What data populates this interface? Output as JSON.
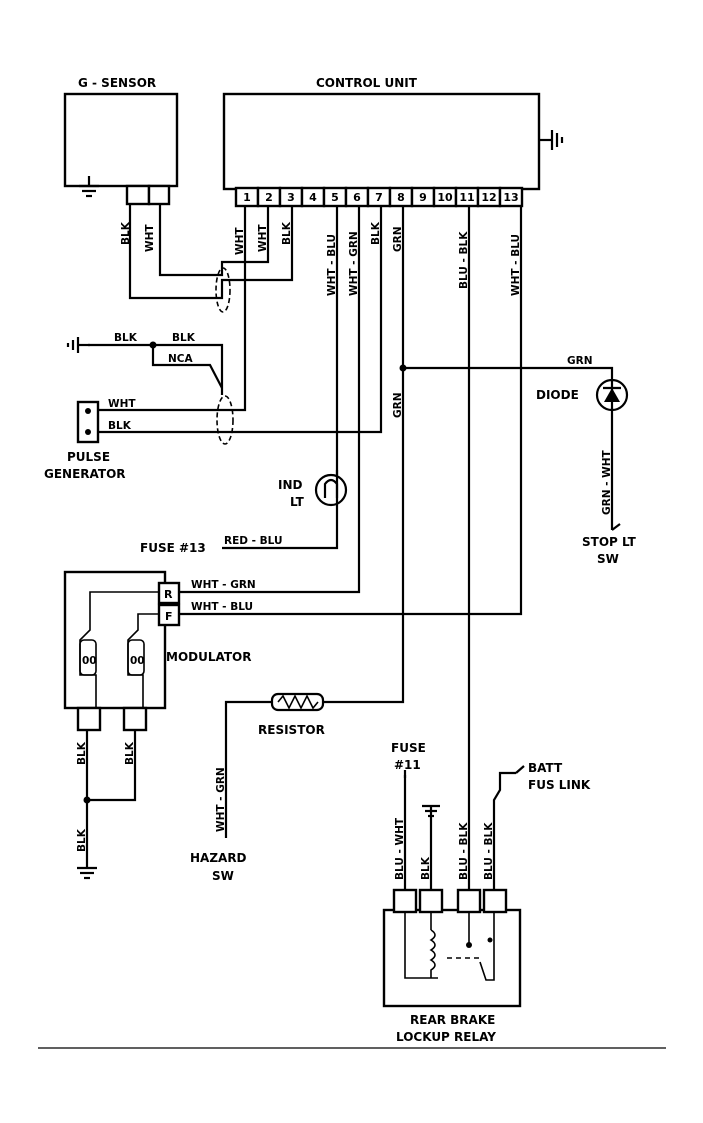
{
  "components": {
    "g_sensor": "G - SENSOR",
    "control_unit": "CONTROL UNIT",
    "pulse_generator": [
      "PULSE",
      "GENERATOR"
    ],
    "ind_lt": [
      "IND",
      "LT"
    ],
    "modulator": "MODULATOR",
    "resistor": "RESISTOR",
    "hazard_sw": [
      "HAZARD",
      "SW"
    ],
    "diode": "DIODE",
    "stop_lt_sw": [
      "STOP LT",
      "SW"
    ],
    "fuse_11": [
      "FUSE",
      "#11"
    ],
    "batt_fus_link": [
      "BATT",
      "FUS LINK"
    ],
    "relay": [
      "REAR BRAKE",
      "LOCKUP RELAY"
    ],
    "fuse_13": "FUSE #13"
  },
  "control_unit_pins": [
    "1",
    "2",
    "3",
    "4",
    "5",
    "6",
    "7",
    "8",
    "9",
    "10",
    "11",
    "12",
    "13"
  ],
  "modulator_terminals": [
    "R",
    "F"
  ],
  "wire_labels": {
    "gs_blk": "BLK",
    "gs_wht": "WHT",
    "p1": "WHT",
    "p2": "WHT",
    "p3": "BLK",
    "p5": "WHT - BLU",
    "p6": "WHT - GRN",
    "p7": "BLK",
    "p8": "GRN",
    "p11": "BLU - BLK",
    "p13": "WHT - BLU",
    "gnd_blk1": "BLK",
    "gnd_blk2": "BLK",
    "nca": "NCA",
    "pg_wht": "WHT",
    "pg_blk": "BLK",
    "grn_vertical": "GRN",
    "diode_grn": "GRN",
    "diode_out": "GRN - WHT",
    "fuse_red_blu": "RED - BLU",
    "mod_r": "WHT - GRN",
    "mod_f": "WHT - BLU",
    "mod_blk1": "BLK",
    "mod_blk2": "BLK",
    "mod_gnd_blk": "BLK",
    "hazard_wire": "WHT - GRN",
    "relay_in1": "BLU - WHT",
    "relay_in2": "BLK",
    "relay_in3": "BLU - BLK",
    "relay_in4": "BLU - BLK"
  }
}
